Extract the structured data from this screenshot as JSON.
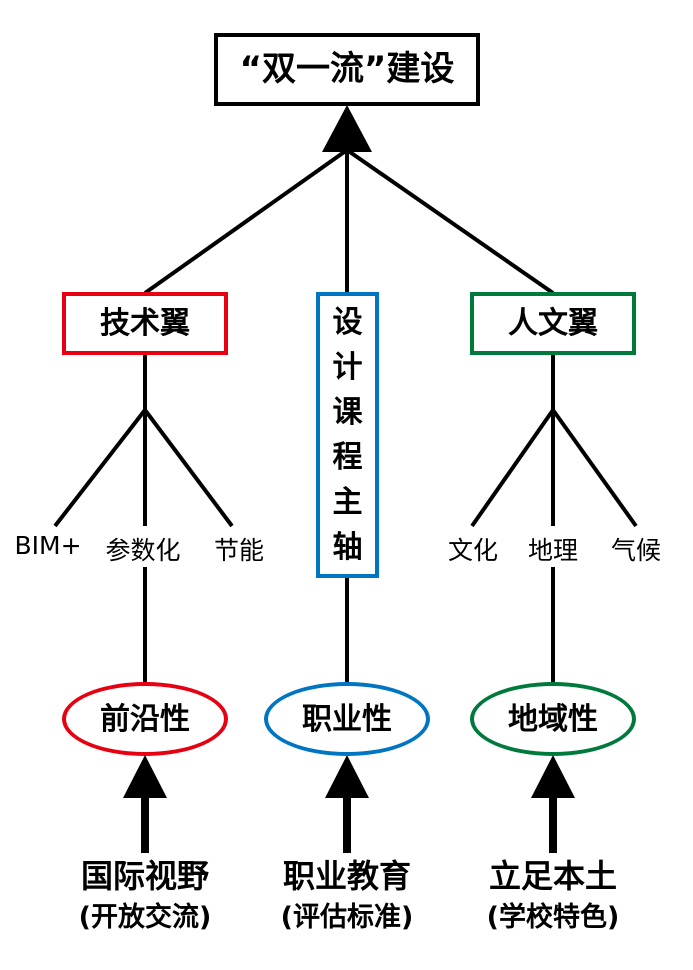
{
  "colors": {
    "line": "#000000",
    "red": "#e60012",
    "blue": "#0075c2",
    "green": "#007a3c"
  },
  "root": {
    "title": "“双一流”建设"
  },
  "branches": {
    "left": {
      "box_label": "技术翼",
      "leaves": [
        "BIM+",
        "参数化",
        "节能"
      ],
      "ellipse_label": "前沿性",
      "base_main": "国际视野",
      "base_sub": "(开放交流)"
    },
    "center": {
      "box_label": "设计课程主轴",
      "ellipse_label": "职业性",
      "base_main": "职业教育",
      "base_sub": "(评估标准)"
    },
    "right": {
      "box_label": "人文翼",
      "leaves": [
        "文化",
        "地理",
        "气候"
      ],
      "ellipse_label": "地域性",
      "base_main": "立足本土",
      "base_sub": "(学校特色)"
    }
  }
}
